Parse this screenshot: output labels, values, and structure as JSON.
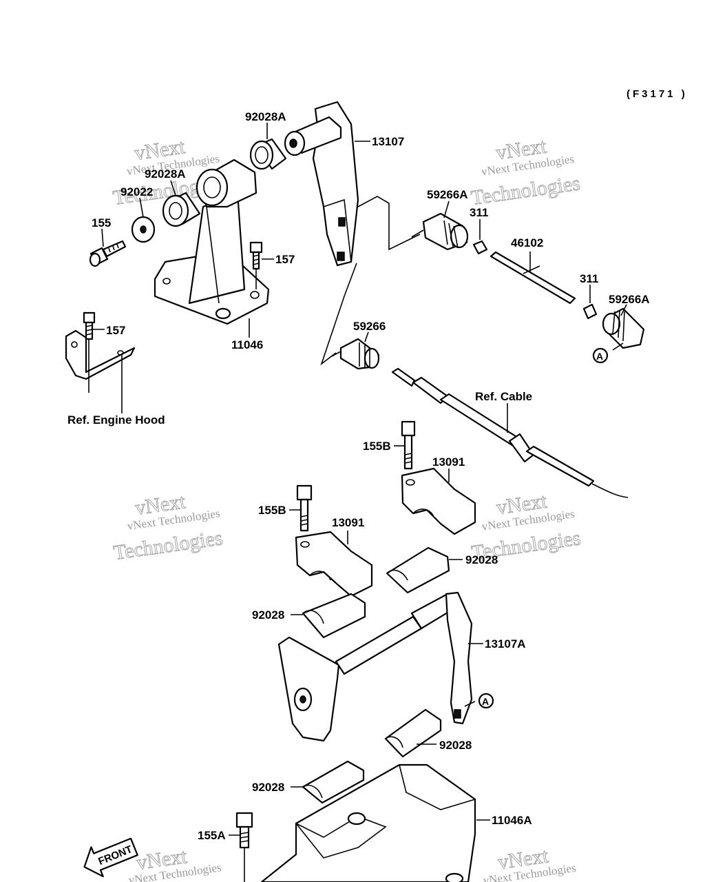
{
  "diagram": {
    "code": "(F3171 )",
    "watermark": {
      "small": "vNext Technologies",
      "big_top": "vNext",
      "big_bottom": "Technologies"
    },
    "labels": {
      "p92028A_top": "92028A",
      "p13107": "13107",
      "p92028A_left": "92028A",
      "p92022": "92022",
      "p155": "155",
      "p157_a": "157",
      "p11046": "11046",
      "p157_b": "157",
      "ref_engine_hood": "Ref. Engine Hood",
      "p59266A_a": "59266A",
      "p311_a": "311",
      "p46102": "46102",
      "p311_b": "311",
      "p59266A_b": "59266A",
      "p59266": "59266",
      "ref_cable": "Ref. Cable",
      "p155B_a": "155B",
      "p13091_a": "13091",
      "p155B_b": "155B",
      "p13091_b": "13091",
      "p92028_a": "92028",
      "p92028_b": "92028",
      "p13107A": "13107A",
      "p92028_c": "92028",
      "p92028_d": "92028",
      "p11046A": "11046A",
      "p155A": "155A",
      "marker_A": "A",
      "front": "FRONT"
    },
    "colors": {
      "ink": "#000000",
      "paper": "#ffffff",
      "watermark": "#9a9a9a"
    }
  }
}
